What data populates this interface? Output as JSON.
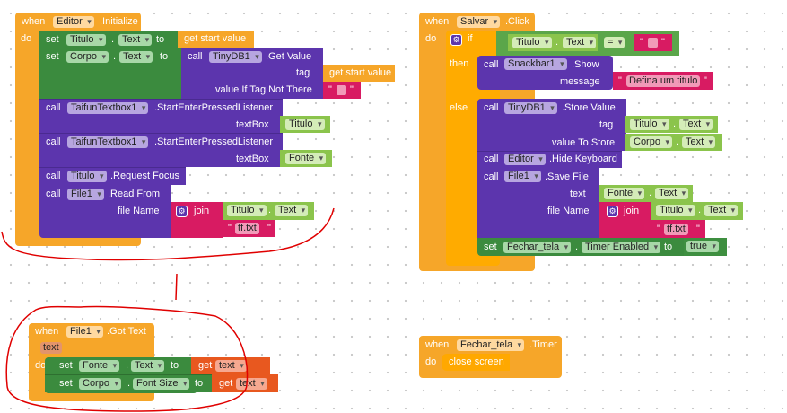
{
  "kw": {
    "when": "when",
    "do": "do",
    "set": "set",
    "to": "to",
    "call": "call",
    "if": "if",
    "then": "then",
    "else": "else",
    "get": "get",
    "join": "join",
    "dot": ".",
    "quote": "\"",
    "eq": "="
  },
  "editor_init": {
    "component": "Editor",
    "event": ".Initialize",
    "set1": {
      "component": "Titulo",
      "prop": "Text",
      "value": "get start value"
    },
    "set2": {
      "component": "Corpo",
      "prop": "Text",
      "call_component": "TinyDB1",
      "method": ".Get Value",
      "tag_label": "tag",
      "tag_value": "get start value",
      "default_label": "value If Tag Not There"
    },
    "call1": {
      "component": "TaifunTextbox1",
      "method": ".StartEnterPressedListener",
      "arg_label": "textBox",
      "arg": "Titulo"
    },
    "call2": {
      "component": "TaifunTextbox1",
      "method": ".StartEnterPressedListener",
      "arg_label": "textBox",
      "arg": "Fonte"
    },
    "call3": {
      "component": "Titulo",
      "method": ".Request Focus"
    },
    "call4": {
      "component": "File1",
      "method": ".Read From",
      "arg_label": "file Name",
      "join_comp": "Titulo",
      "join_prop": "Text",
      "join_str": "tf.txt"
    }
  },
  "salvar_click": {
    "component": "Salvar",
    "event": ".Click",
    "cond": {
      "component": "Titulo",
      "prop": "Text",
      "op": "="
    },
    "then_call": {
      "component": "Snackbar1",
      "method": ".Show",
      "arg_label": "message",
      "arg": "Defina um titulo"
    },
    "store": {
      "component": "TinyDB1",
      "method": ".Store Value",
      "tag_label": "tag",
      "tag_comp": "Titulo",
      "tag_prop": "Text",
      "value_label": "value To Store",
      "value_comp": "Corpo",
      "value_prop": "Text"
    },
    "hide": {
      "component": "Editor",
      "method": ".Hide Keyboard"
    },
    "save": {
      "component": "File1",
      "method": ".Save File",
      "text_label": "text",
      "text_comp": "Fonte",
      "text_prop": "Text",
      "file_label": "file Name",
      "join_comp": "Titulo",
      "join_prop": "Text",
      "join_str": "tf.txt"
    },
    "timer_set": {
      "component": "Fechar_tela",
      "prop": "Timer Enabled",
      "value": "true"
    }
  },
  "got_text": {
    "component": "File1",
    "event": ".Got Text",
    "param": "text",
    "set1": {
      "component": "Fonte",
      "prop": "Text",
      "get": "text"
    },
    "set2": {
      "component": "Corpo",
      "prop": "Font Size",
      "get": "text"
    }
  },
  "timer": {
    "component": "Fechar_tela",
    "event": ".Timer",
    "action": "close screen"
  },
  "colors": {
    "event": "#f6a629",
    "setter": "#3b8b3e",
    "method": "#5c35ad",
    "component": "#8bc44c",
    "text": "#d81b62",
    "variable": "#e8581f",
    "annotation": "#e00000"
  }
}
